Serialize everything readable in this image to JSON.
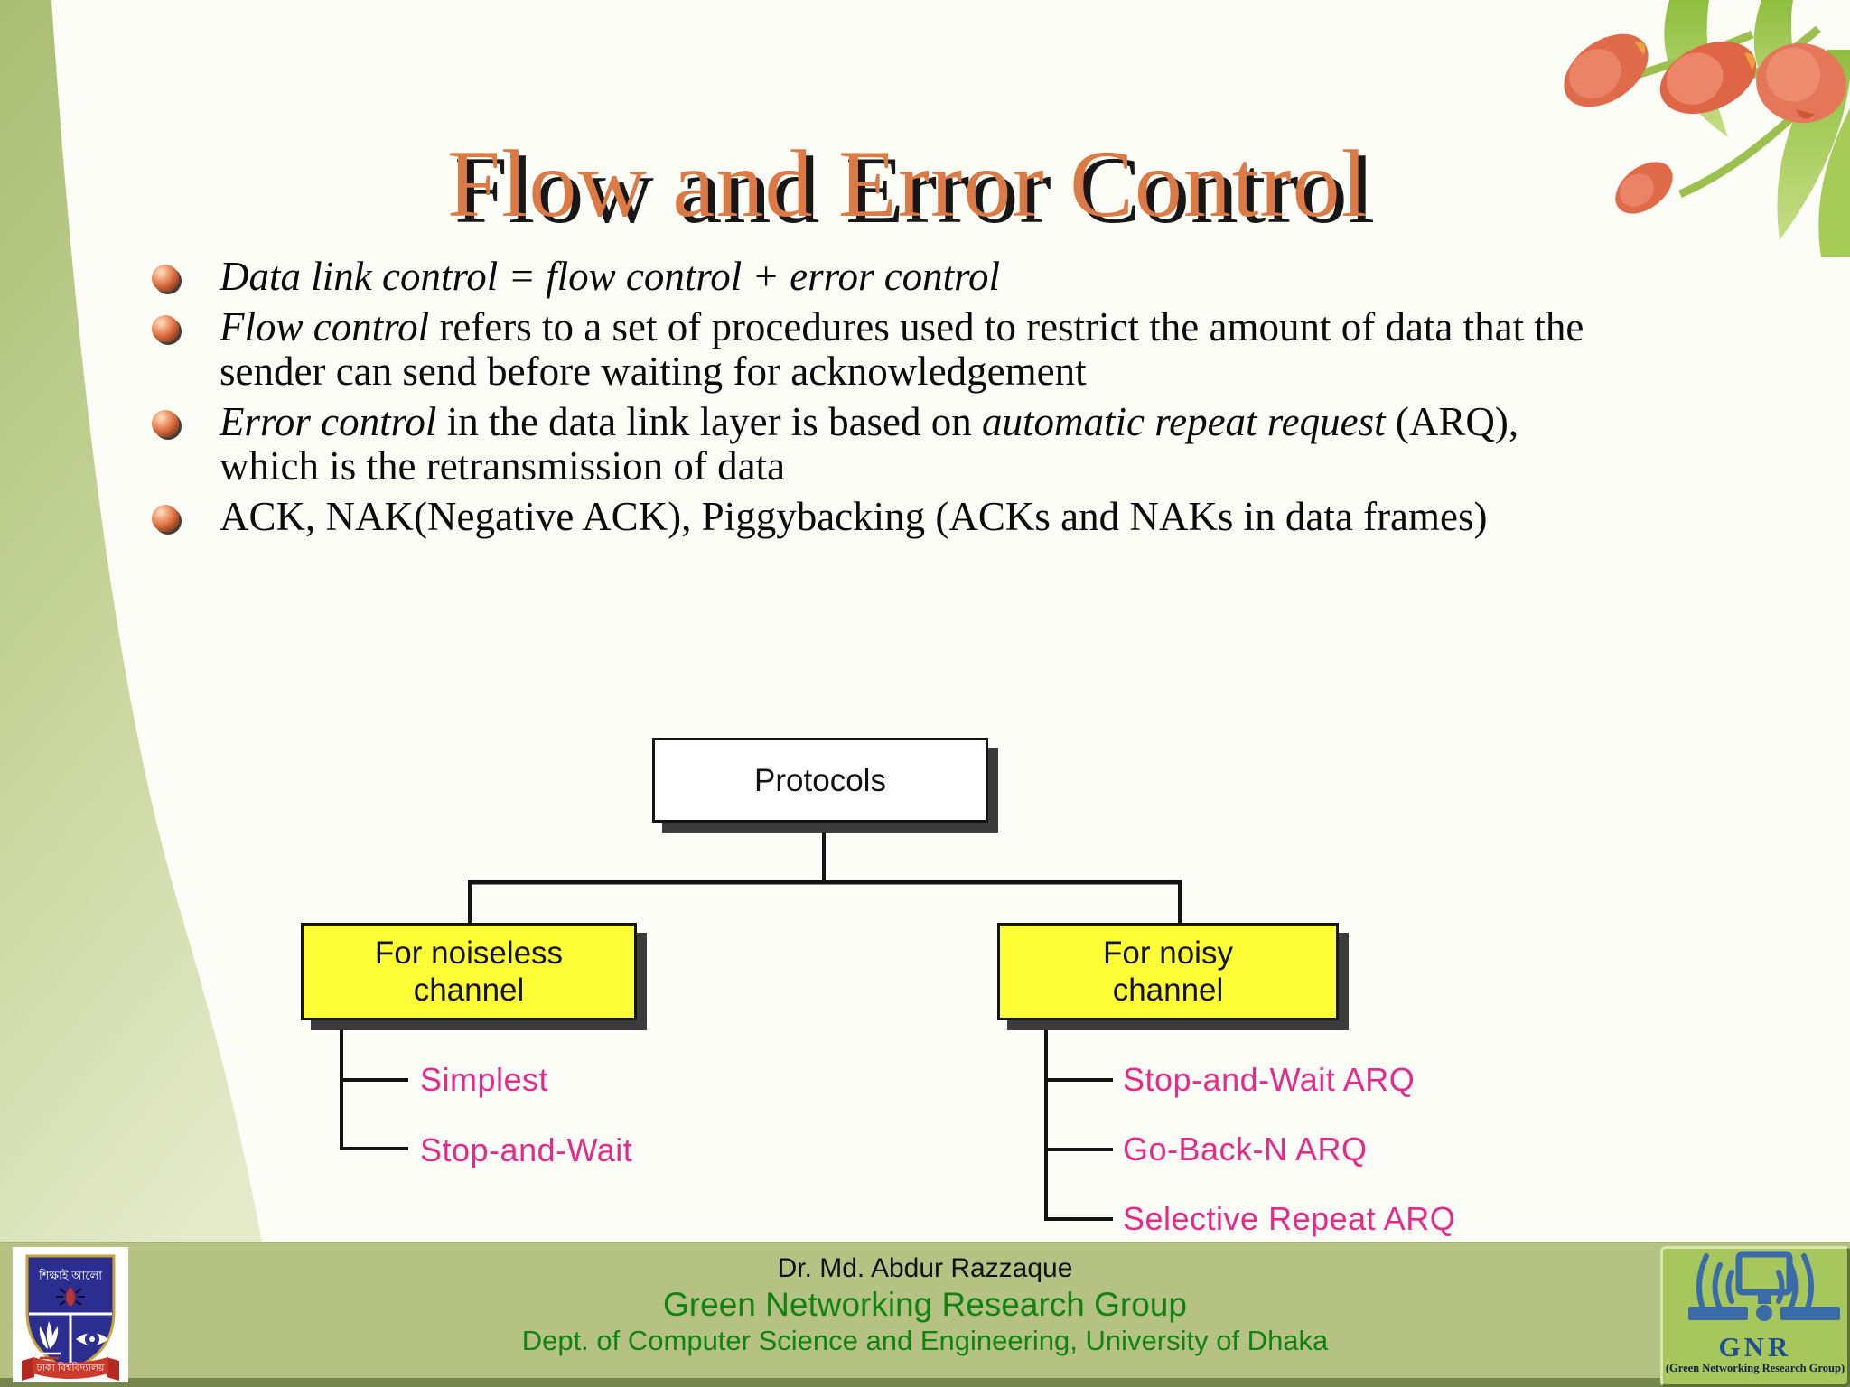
{
  "title": "Flow and Error Control",
  "bullets": [
    {
      "segments": [
        {
          "text": "Data link control = flow control + error control",
          "italic": true
        }
      ]
    },
    {
      "segments": [
        {
          "text": "Flow control",
          "italic": true
        },
        {
          "text": " refers to a set of procedures used to restrict the amount of data that the sender can send before waiting for acknowledgement",
          "italic": false
        }
      ]
    },
    {
      "segments": [
        {
          "text": "Error control",
          "italic": true
        },
        {
          "text": " in the data link layer is based on ",
          "italic": false
        },
        {
          "text": "automatic repeat request",
          "italic": true
        },
        {
          "text": " (ARQ), which is the retransmission of data",
          "italic": false
        }
      ]
    },
    {
      "segments": [
        {
          "text": "ACK, NAK(Negative ACK), Piggybacking (ACKs and NAKs in data frames)",
          "italic": false
        }
      ]
    }
  ],
  "diagram": {
    "root_label": "Protocols",
    "branches": [
      {
        "label_lines": [
          "For noiseless",
          "channel"
        ],
        "children": [
          "Simplest",
          "Stop-and-Wait"
        ]
      },
      {
        "label_lines": [
          "For noisy",
          "channel"
        ],
        "children": [
          "Stop-and-Wait ARQ",
          "Go-Back-N ARQ",
          "Selective Repeat ARQ"
        ]
      }
    ]
  },
  "footer": {
    "author": "Dr. Md. Abdur Razzaque",
    "group": "Green Networking Research Group",
    "dept": "Dept. of Computer Science and Engineering, University of Dhaka"
  },
  "logos": {
    "university": {
      "motto": "শিক্ষাই আলো",
      "banner": "ঢাকা বিশ্ববিদ্যালয়"
    },
    "gnr": {
      "acronym": "GNR",
      "caption": "(Green Networking Research Group)"
    }
  },
  "colors": {
    "title_orange": "#DC7A45",
    "leaf_magenta": "#E62A88",
    "box_yellow": "#FEFF36",
    "footer_band": "#B5C283",
    "footer_green": "#128212",
    "wedge_top": "#A9BD72",
    "wedge_bottom": "#E5EACB"
  }
}
